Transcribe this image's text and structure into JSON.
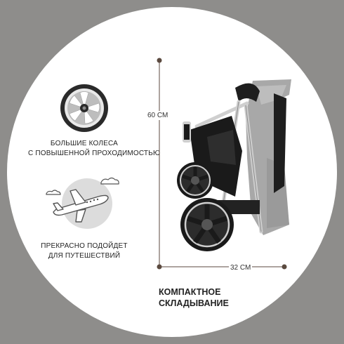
{
  "features": [
    {
      "icon": "wheel-icon",
      "lines": [
        "БОЛЬШИЕ КОЛЕСА",
        "С ПОВЫШЕННОЙ ПРОХОДИМОСТЬЮ"
      ]
    },
    {
      "icon": "airplane-icon",
      "lines": [
        "ПРЕКРАСНО ПОДОЙДЕТ",
        "ДЛЯ ПУТЕШЕСТВИЙ"
      ]
    }
  ],
  "dimensions": {
    "height": "60 СМ",
    "width": "32 СМ"
  },
  "headline": [
    "КОМПАКТНОЕ",
    "СКЛАДЫВАНИЕ"
  ],
  "colors": {
    "background": "#8e8d8b",
    "circle": "#ffffff",
    "accent_dot": "#5b4a3f"
  }
}
